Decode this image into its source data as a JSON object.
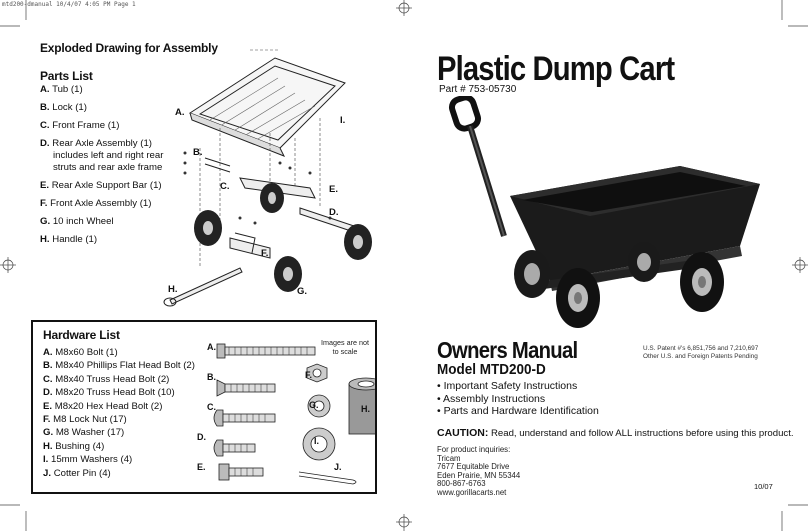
{
  "slug": "mtd200-dmanual  10/4/07  4:05 PM  Page 1",
  "left": {
    "exploded_title": "Exploded Drawing for Assembly",
    "parts_title": "Parts List",
    "parts": [
      {
        "letter": "A.",
        "text": "Tub (1)"
      },
      {
        "letter": "B.",
        "text": "Lock (1)"
      },
      {
        "letter": "C.",
        "text": "Front Frame (1)"
      },
      {
        "letter": "D.",
        "text": "Rear Axle Assembly  (1)",
        "sub": [
          "includes left and right rear",
          "struts and rear axle frame"
        ]
      },
      {
        "letter": "E.",
        "text": "Rear Axle Support Bar  (1)"
      },
      {
        "letter": "F.",
        "text": "Front Axle Assembly  (1)"
      },
      {
        "letter": "G.",
        "text": "10 inch Wheel"
      },
      {
        "letter": "H.",
        "text": "Handle  (1)"
      }
    ],
    "diagram_labels": {
      "a": "A.",
      "b": "B.",
      "c": "C.",
      "d": "D.",
      "e": "E.",
      "f": "F.",
      "g": "G.",
      "h": "H.",
      "i": "I."
    }
  },
  "hardware": {
    "title": "Hardware List",
    "note": "Images are not to scale",
    "items": [
      {
        "letter": "A.",
        "text": "M8x60 Bolt  (1)"
      },
      {
        "letter": "B.",
        "text": "M8x40 Phillips Flat Head Bolt  (2)"
      },
      {
        "letter": "C.",
        "text": "M8x40 Truss Head Bolt  (2)"
      },
      {
        "letter": "D.",
        "text": "M8x20 Truss Head Bolt  (10)"
      },
      {
        "letter": "E.",
        "text": "M8x20 Hex Head Bolt  (2)"
      },
      {
        "letter": "F.",
        "text": "M8 Lock Nut  (17)"
      },
      {
        "letter": "G.",
        "text": "M8 Washer  (17)"
      },
      {
        "letter": "H.",
        "text": "Bushing  (4)"
      },
      {
        "letter": "I.",
        "text": "15mm Washers  (4)"
      },
      {
        "letter": "J.",
        "text": "Cotter Pin  (4)"
      }
    ],
    "labels": {
      "a": "A.",
      "b": "B.",
      "c": "C.",
      "d": "D.",
      "e": "E.",
      "f": "F.",
      "g": "G.",
      "h": "H.",
      "i": "I.",
      "j": "J."
    }
  },
  "right": {
    "title": "Plastic Dump Cart",
    "part_number": "Part # 753-05730",
    "owners_manual": "Owners Manual",
    "model": "Model MTD200-D",
    "patent_lines": [
      "U.S. Patent #'s 6,851,756 and 7,210,697",
      "Other U.S. and Foreign Patents Pending"
    ],
    "bullets": [
      "• Important Safety Instructions",
      "• Assembly Instructions",
      "• Parts and Hardware Identification"
    ],
    "caution_label": "CAUTION:",
    "caution_text": " Read, understand and follow ALL instructions before using this product.",
    "contact": [
      "For product inquiries:",
      "Tricam",
      "7677 Equitable Drive",
      "Eden Prairie, MN 55344",
      "800-867-6763",
      "www.gorillacarts.net"
    ],
    "date": "10/07"
  }
}
